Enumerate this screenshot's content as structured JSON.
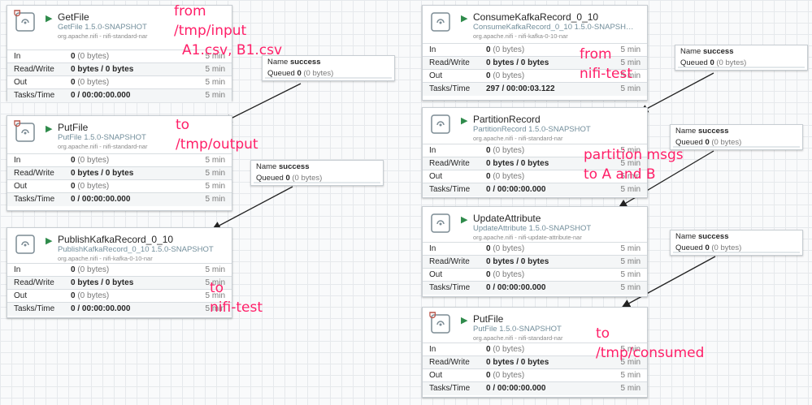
{
  "icons": {
    "processor": "processor-icon",
    "run": "play-icon",
    "restricted": "shield-icon"
  },
  "colors": {
    "annotation": "#ff1f68",
    "running": "#2f8b4b",
    "subtitle": "#728e9b"
  },
  "labels": {
    "in": "In",
    "read_write": "Read/Write",
    "out": "Out",
    "tasks_time": "Tasks/Time",
    "name": "Name",
    "queued": "Queued",
    "window": "5 min"
  },
  "processors": [
    {
      "id": "getfile",
      "title": "GetFile",
      "subtitle": "GetFile 1.5.0-SNAPSHOT",
      "nar": "org.apache.nifi - nifi-standard-nar",
      "restricted": "ᗜ",
      "in_bold": "0",
      "in_muted": " (0 bytes)",
      "rw": "0 bytes / 0 bytes",
      "out_bold": "0",
      "out_muted": " (0 bytes)",
      "tasks": "0 / 00:00:00.000"
    },
    {
      "id": "putfile1",
      "title": "PutFile",
      "subtitle": "PutFile 1.5.0-SNAPSHOT",
      "nar": "org.apache.nifi - nifi-standard-nar",
      "restricted": "ᗜ",
      "in_bold": "0",
      "in_muted": " (0 bytes)",
      "rw": "0 bytes / 0 bytes",
      "out_bold": "0",
      "out_muted": " (0 bytes)",
      "tasks": "0 / 00:00:00.000"
    },
    {
      "id": "publish",
      "title": "PublishKafkaRecord_0_10",
      "subtitle": "PublishKafkaRecord_0_10 1.5.0-SNAPSHOT",
      "nar": "org.apache.nifi - nifi-kafka-0-10-nar",
      "restricted": "",
      "in_bold": "0",
      "in_muted": " (0 bytes)",
      "rw": "0 bytes / 0 bytes",
      "out_bold": "0",
      "out_muted": " (0 bytes)",
      "tasks": "0 / 00:00:00.000"
    },
    {
      "id": "consume",
      "title": "ConsumeKafkaRecord_0_10",
      "subtitle": "ConsumeKafkaRecord_0_10 1.5.0-SNAPSH…",
      "nar": "org.apache.nifi - nifi-kafka-0-10-nar",
      "restricted": "",
      "in_bold": "0",
      "in_muted": " (0 bytes)",
      "rw": "0 bytes / 0 bytes",
      "out_bold": "0",
      "out_muted": " (0 bytes)",
      "tasks": "297 / 00:00:03.122"
    },
    {
      "id": "partition",
      "title": "PartitionRecord",
      "subtitle": "PartitionRecord 1.5.0-SNAPSHOT",
      "nar": "org.apache.nifi - nifi-standard-nar",
      "restricted": "",
      "in_bold": "0",
      "in_muted": " (0 bytes)",
      "rw": "0 bytes / 0 bytes",
      "out_bold": "0",
      "out_muted": " (0 bytes)",
      "tasks": "0 / 00:00:00.000"
    },
    {
      "id": "update",
      "title": "UpdateAttribute",
      "subtitle": "UpdateAttribute 1.5.0-SNAPSHOT",
      "nar": "org.apache.nifi - nifi-update-attribute-nar",
      "restricted": "",
      "in_bold": "0",
      "in_muted": " (0 bytes)",
      "rw": "0 bytes / 0 bytes",
      "out_bold": "0",
      "out_muted": " (0 bytes)",
      "tasks": "0 / 00:00:00.000"
    },
    {
      "id": "putfile2",
      "title": "PutFile",
      "subtitle": "PutFile 1.5.0-SNAPSHOT",
      "nar": "org.apache.nifi - nifi-standard-nar",
      "restricted": "ᗜ",
      "in_bold": "0",
      "in_muted": " (0 bytes)",
      "rw": "0 bytes / 0 bytes",
      "out_bold": "0",
      "out_muted": " (0 bytes)",
      "tasks": "0 / 00:00:00.000"
    }
  ],
  "connections": [
    {
      "name": "success",
      "queued_bold": "0",
      "queued_muted": " (0 bytes)"
    },
    {
      "name": "success",
      "queued_bold": "0",
      "queued_muted": " (0 bytes)"
    },
    {
      "name": "success",
      "queued_bold": "0",
      "queued_muted": " (0 bytes)"
    },
    {
      "name": "success",
      "queued_bold": "0",
      "queued_muted": " (0 bytes)"
    },
    {
      "name": "success",
      "queued_bold": "0",
      "queued_muted": " (0 bytes)"
    }
  ],
  "annotations": [
    "from",
    "/tmp/input",
    "A1.csv, B1.csv",
    "to",
    "/tmp/output",
    "to",
    "nifi-test",
    "from",
    "nifi-test",
    "partition msgs",
    "to A and B",
    "to",
    "/tmp/consumed"
  ]
}
